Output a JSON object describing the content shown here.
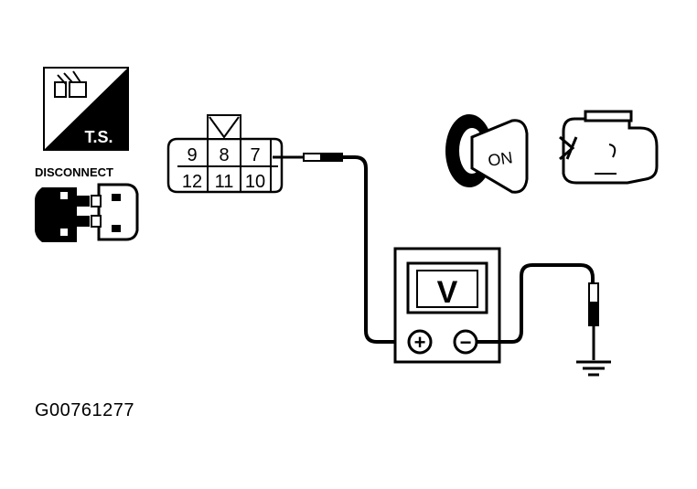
{
  "ts_label": "T.S.",
  "disconnect_label": "DISCONNECT",
  "connector": {
    "top_pins": [
      "9",
      "8",
      "7"
    ],
    "bottom_pins": [
      "12",
      "11",
      "10"
    ]
  },
  "ignition_label": "ON",
  "meter_label": "V",
  "meter_positive": "+",
  "meter_negative": "−",
  "figure_code": "G00761277",
  "colors": {
    "ink": "#000000",
    "paper": "#ffffff"
  }
}
